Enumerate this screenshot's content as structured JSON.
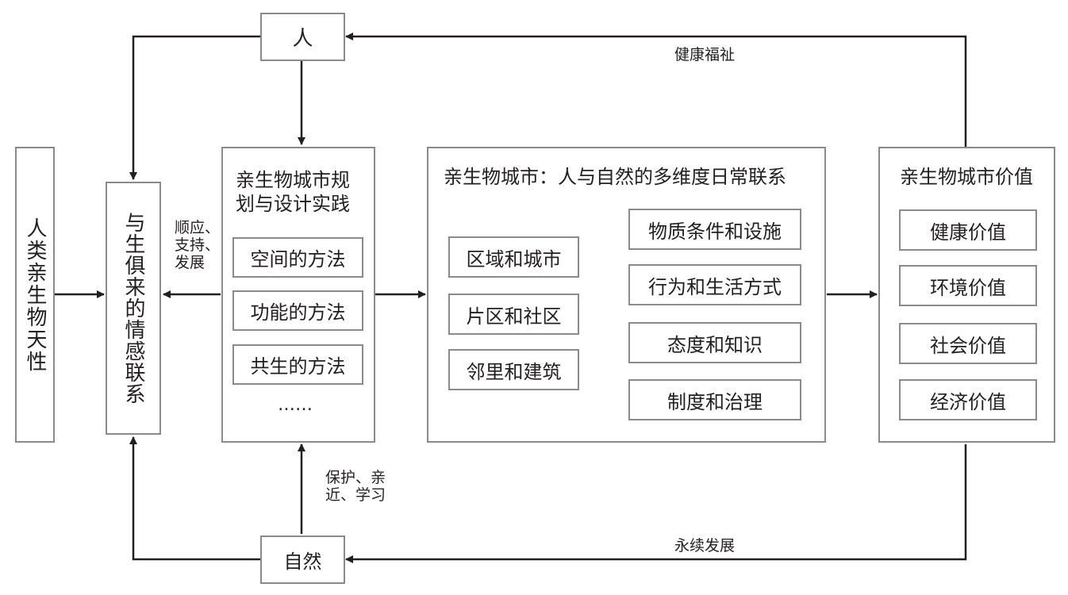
{
  "nodes": {
    "ren": "人",
    "ziran": "自然",
    "human_nature": "人类亲生物天性",
    "innate_affection": "与生俱来的情感联系"
  },
  "practice": {
    "title_line1": "亲生物城市规",
    "title_line2": "划与设计实践",
    "methods": [
      "空间的方法",
      "功能的方法",
      "共生的方法"
    ],
    "ellipsis": "……"
  },
  "connections": {
    "title": "亲生物城市：人与自然的多维度日常联系",
    "scales": [
      "区域和城市",
      "片区和社区",
      "邻里和建筑"
    ],
    "dimensions": [
      "物质条件和设施",
      "行为和生活方式",
      "态度和知识",
      "制度和治理"
    ]
  },
  "values": {
    "title": "亲生物城市价值",
    "items": [
      "健康价值",
      "环境价值",
      "社会价值",
      "经济价值"
    ]
  },
  "edge_labels": {
    "support_line1": "顺应、",
    "support_line2": "支持、",
    "support_line3": "发展",
    "protect_line1": "保护、亲",
    "protect_line2": "近、学习",
    "health_welfare": "健康福祉",
    "sustainable": "永续发展"
  }
}
